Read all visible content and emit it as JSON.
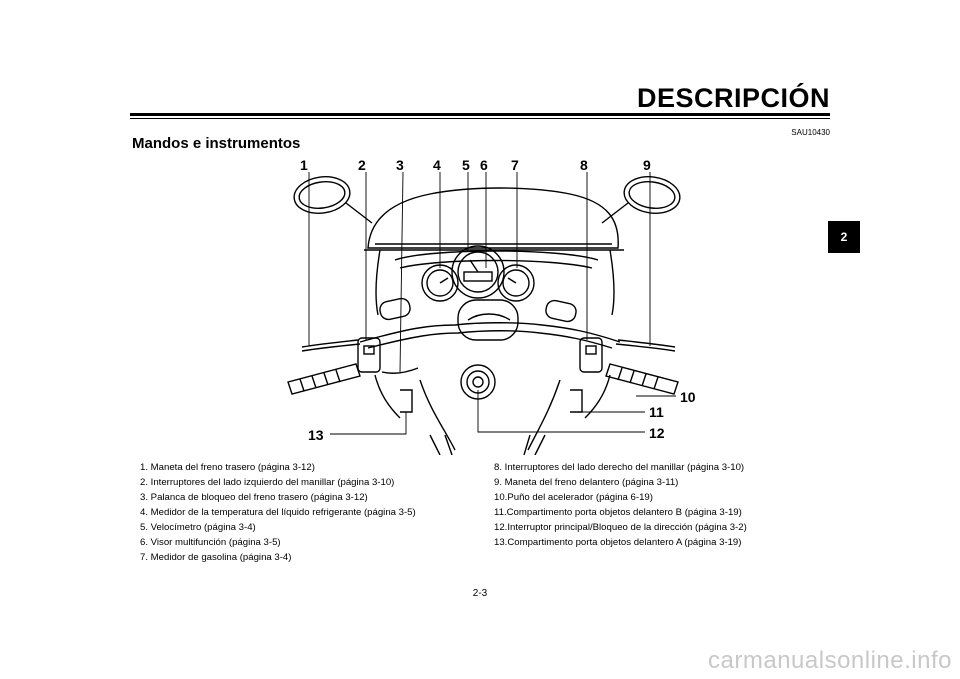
{
  "header": {
    "title": "DESCRIPCIÓN",
    "code": "SAU10430"
  },
  "section": {
    "title": "Mandos e instrumentos"
  },
  "tab": {
    "label": "2"
  },
  "callouts": [
    "1",
    "2",
    "3",
    "4",
    "5",
    "6",
    "7",
    "8",
    "9",
    "10",
    "11",
    "12",
    "13"
  ],
  "list_left": [
    "1.  Maneta del freno trasero (página 3-12)",
    "2.  Interruptores del lado izquierdo del manillar (página 3-10)",
    "3.  Palanca de bloqueo del freno trasero (página 3-12)",
    "4.  Medidor de la temperatura del líquido refrigerante (página 3-5)",
    "5.  Velocímetro (página 3-4)",
    "6.  Visor multifunción (página 3-5)",
    "7.  Medidor de gasolina (página 3-4)"
  ],
  "list_right": [
    "8.  Interruptores del lado derecho del manillar (página 3-10)",
    "9.  Maneta del freno delantero (página 3-11)",
    "10.Puño del acelerador (página 6-19)",
    "11.Compartimento porta objetos delantero B (página 3-19)",
    "12.Interruptor principal/Bloqueo de la dirección (página 3-2)",
    "13.Compartimento porta objetos delantero A (página 3-19)"
  ],
  "page": {
    "number": "2-3"
  },
  "watermark": "carmanualsonline.info"
}
